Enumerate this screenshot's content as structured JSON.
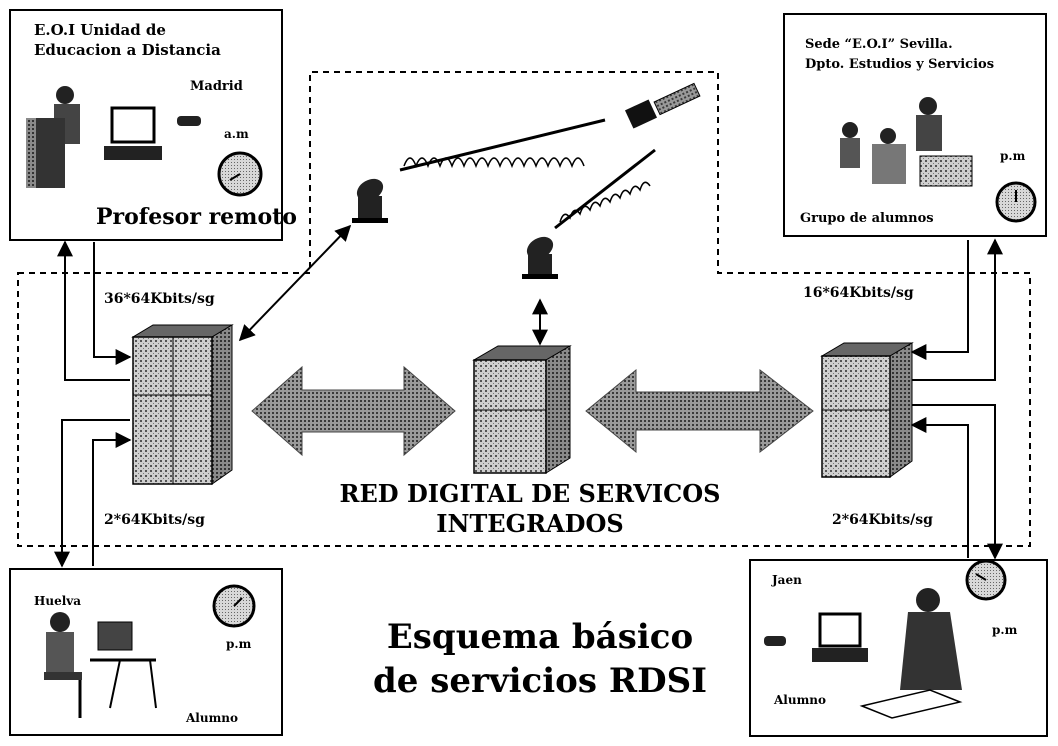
{
  "sites": {
    "madrid": {
      "title_line1": "E.O.I Unidad de",
      "title_line2": "Educacion a Distancia",
      "city": "Madrid",
      "time": "a.m",
      "role": "Profesor remoto",
      "link_speed": "36*64Kbits/sg"
    },
    "sevilla": {
      "title_line1": "Sede “E.O.I” Sevilla.",
      "title_line2": "Dpto. Estudios y Servicios",
      "time": "p.m",
      "role": "Grupo de alumnos",
      "link_speed": "16*64Kbits/sg"
    },
    "huelva": {
      "city": "Huelva",
      "time": "p.m",
      "role": "Alumno",
      "link_speed": "2*64Kbits/sg"
    },
    "jaen": {
      "city": "Jaen",
      "time": "p.m",
      "role": "Alumno",
      "link_speed": "2*64Kbits/sg"
    }
  },
  "network": {
    "line1": "RED DIGITAL DE SERVICOS",
    "line2": "INTEGRADOS"
  },
  "caption": {
    "line1": "Esquema básico",
    "line2": "de servicios RDSI"
  }
}
